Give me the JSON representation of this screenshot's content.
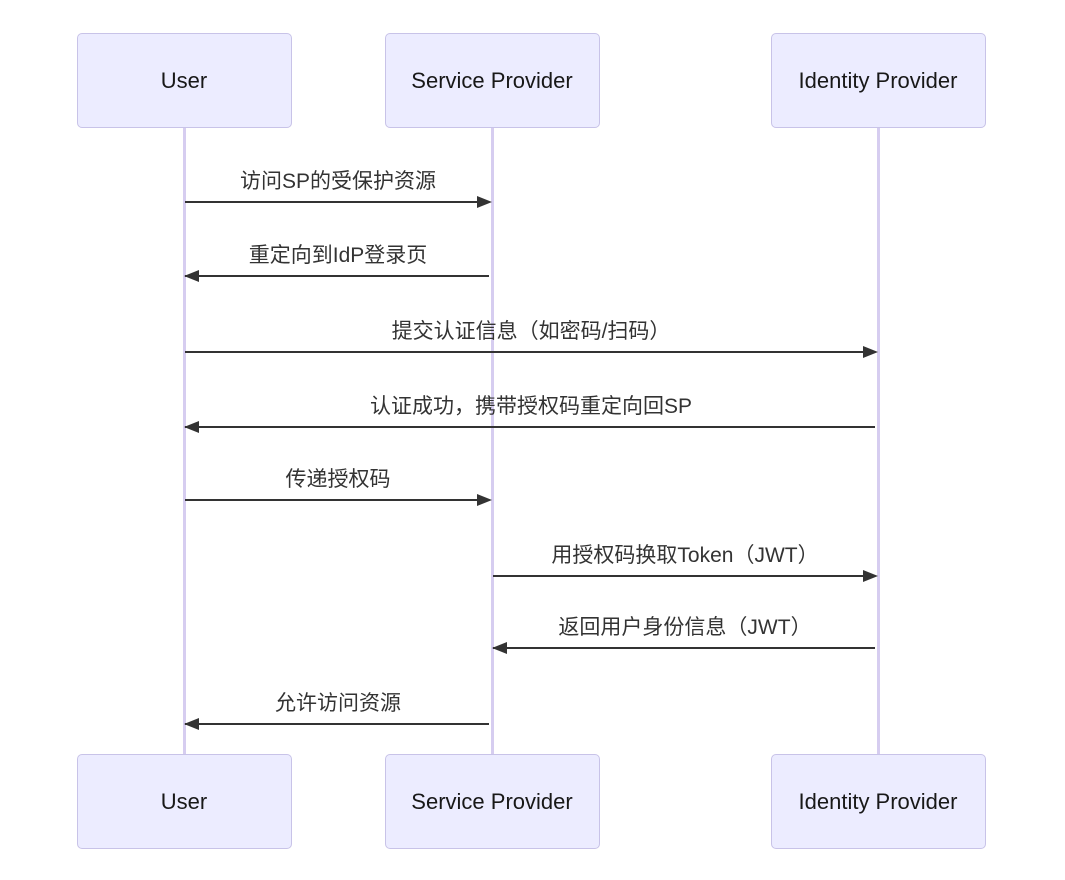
{
  "diagram": {
    "type": "sequence",
    "actors": [
      {
        "id": "user",
        "label": "User"
      },
      {
        "id": "sp",
        "label": "Service Provider"
      },
      {
        "id": "idp",
        "label": "Identity Provider"
      }
    ],
    "messages": [
      {
        "from": "user",
        "to": "sp",
        "label": "访问SP的受保护资源",
        "line": "solid",
        "arrowhead": "filled"
      },
      {
        "from": "sp",
        "to": "user",
        "label": "重定向到IdP登录页",
        "line": "solid",
        "arrowhead": "filled"
      },
      {
        "from": "user",
        "to": "idp",
        "label": "提交认证信息（如密码/扫码）",
        "line": "solid",
        "arrowhead": "filled"
      },
      {
        "from": "idp",
        "to": "user",
        "label": "认证成功，携带授权码重定向回SP",
        "line": "solid",
        "arrowhead": "filled"
      },
      {
        "from": "user",
        "to": "sp",
        "label": "传递授权码",
        "line": "solid",
        "arrowhead": "filled"
      },
      {
        "from": "sp",
        "to": "idp",
        "label": "用授权码换取Token（JWT）",
        "line": "solid",
        "arrowhead": "filled"
      },
      {
        "from": "idp",
        "to": "sp",
        "label": "返回用户身份信息（JWT）",
        "line": "solid",
        "arrowhead": "filled"
      },
      {
        "from": "sp",
        "to": "user",
        "label": "允许访问资源",
        "line": "solid",
        "arrowhead": "filled"
      }
    ]
  },
  "colors": {
    "page_bg": "#ffffff",
    "actor_fill": "#ECECFF",
    "actor_border": "#C8C3E8",
    "actor_text": "#181818",
    "lifeline": "#D6CDF0",
    "arrow": "#333333",
    "message_text": "#333333"
  }
}
